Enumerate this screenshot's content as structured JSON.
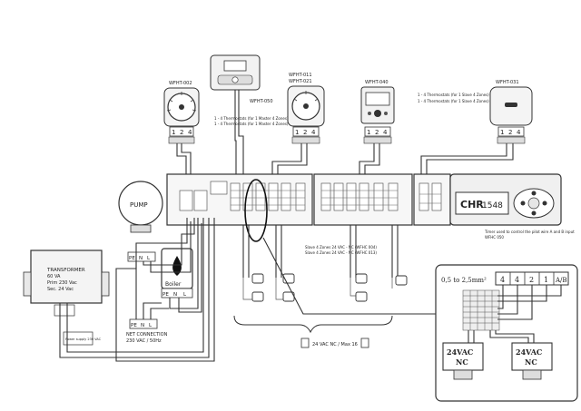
{
  "thermostats": {
    "wfht002": {
      "model": "WFHT-002",
      "terminals": [
        "1",
        "2",
        "4"
      ]
    },
    "wfht050": {
      "model": "WFHT-050",
      "terminals": []
    },
    "wfht011": {
      "model": "WFHT-011",
      "model2": "WFHT-021",
      "terminals": [
        "1",
        "2",
        "4"
      ]
    },
    "wfht040": {
      "model": "WFHT-040",
      "terminals": [
        "1",
        "2",
        "4"
      ]
    },
    "wfht031": {
      "model": "WFHT-031",
      "terminals": [
        "1",
        "2",
        "4"
      ]
    }
  },
  "notes": {
    "thermostats_left_1": "1 - 4 Thermostats (for 1 Master 4 Zones)",
    "thermostats_left_2": "1 - 4 Thermostats (for 1 Master 4 Zones)",
    "thermostats_right_1": "1 - 4 Thermostats (for 1 Slave 4 Zones)",
    "thermostats_right_2": "1 - 4 Thermostats (for 1 Slave 4 Zones)",
    "slave_zones_1": "Slave 4 Zones 24 VAC - NC (WFHC 004)",
    "slave_zones_2": "Slave 4 Zones 24 VAC - NC (WFHC 013)",
    "timer_note_1": "Timer used to control the pilot wire A and B input",
    "timer_note_2": "WFHC 050",
    "actuators_caption": "24 VAC NC / Max 16"
  },
  "display": {
    "line1": "CHR",
    "line2": "1548"
  },
  "pump": {
    "label": "PUMP"
  },
  "boiler": {
    "label": "Boiler",
    "terminals": [
      "PE",
      "N",
      "L"
    ]
  },
  "transformer": {
    "line1": "TRANSFORMER",
    "line2": "60 VA",
    "line3": "Prim 230 Vac",
    "line4": "Sec. 24 Vac",
    "small_label": "Power supply 230 VAC"
  },
  "pump_terminals": [
    "PE",
    "N",
    "L"
  ],
  "net": {
    "terminals": [
      "PE",
      "N",
      "L"
    ],
    "line1": "NET CONNECTION",
    "line2": "230 VAC / 50Hz"
  },
  "detail": {
    "wire_size": "0,5 to 2,5mm²",
    "terminals": [
      "4",
      "4",
      "2",
      "1",
      "A/B"
    ],
    "actuator_left": {
      "line1": "24VAC",
      "line2": "NC"
    },
    "actuator_right": {
      "line1": "24VAC",
      "line2": "NC"
    }
  }
}
